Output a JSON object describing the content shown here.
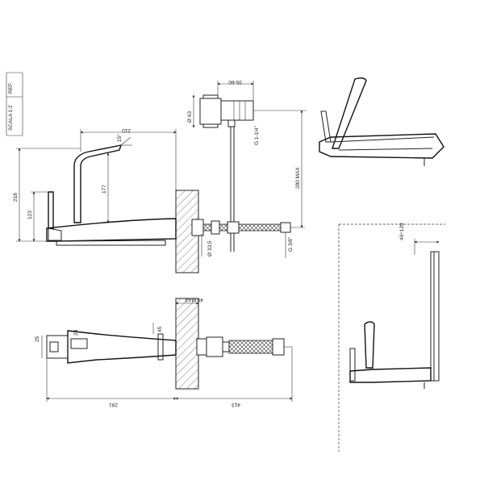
{
  "title_block": {
    "scale": "SCALA 1:2",
    "code": "REF."
  },
  "dimensions": {
    "top_width": "210",
    "angle": "15°",
    "total_height": "218",
    "spout_height": "177",
    "lever_height": "123",
    "flange_diameter": "Ø 63",
    "wall_range": "35-60",
    "thread_main": "G 1-1/4\"",
    "pipe_length": "280 MAX",
    "connector": "G 3/8\"",
    "pipe_diameter": "Ø 33,5",
    "plan_width": "25",
    "plan_lever": "20",
    "plan_offset": "45",
    "wall_max": "40 MAX",
    "reach": "291",
    "depth": "413",
    "side_range": "40÷120"
  }
}
